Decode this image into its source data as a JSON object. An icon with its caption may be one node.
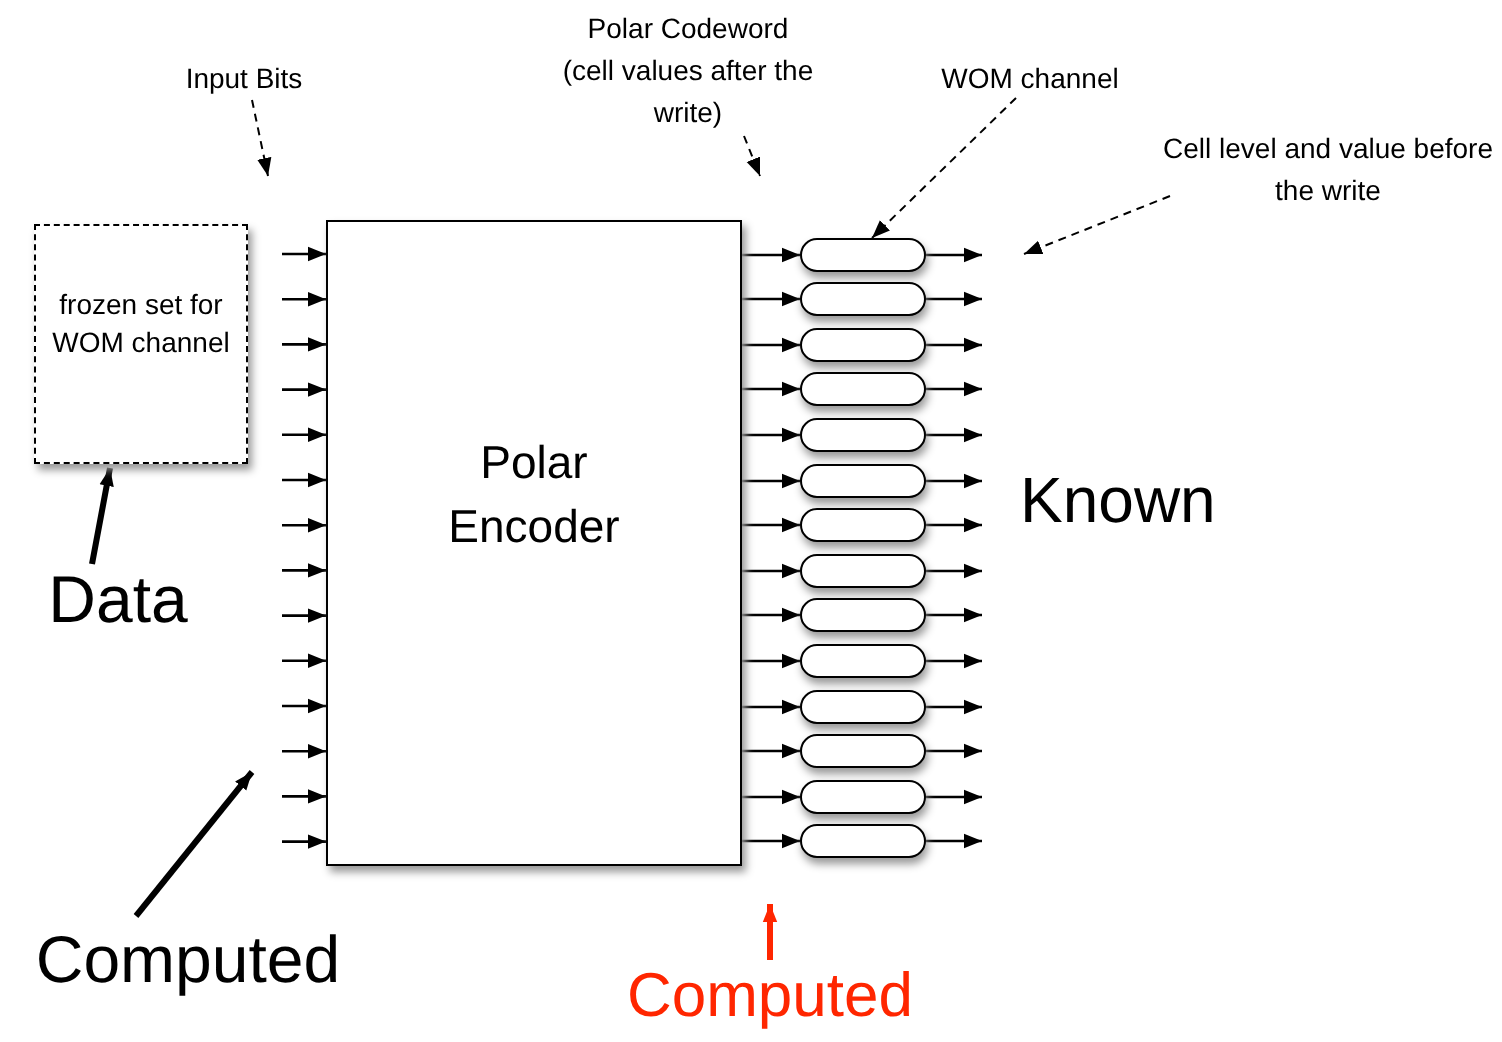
{
  "diagram": {
    "nodes": [
      {
        "text": [
          "Input Bits"
        ]
      },
      {
        "text": [
          "Polar Codeword (cell values after the write)"
        ]
      },
      {
        "text": [
          "WOM channel"
        ]
      },
      {
        "text": [
          "Cell level and value before the write"
        ]
      },
      {
        "text": [
          "frozen set for WOM channel"
        ]
      },
      {
        "text": [
          "Polar Encoder"
        ]
      },
      {
        "text": [],
        "shape": "box"
      },
      {
        "text": [],
        "shape": "box"
      },
      {
        "text": [],
        "shape": "box"
      },
      {
        "text": [],
        "shape": "box"
      },
      {
        "text": [],
        "shape": "box"
      },
      {
        "text": [],
        "shape": "box"
      },
      {
        "text": [],
        "shape": "box"
      },
      {
        "text": [],
        "shape": "box"
      },
      {
        "text": [],
        "shape": "box"
      },
      {
        "text": [],
        "shape": "box"
      },
      {
        "text": [],
        "shape": "box"
      },
      {
        "text": [],
        "shape": "box"
      },
      {
        "text": [],
        "shape": "box"
      },
      {
        "text": [],
        "shape": "box"
      },
      {
        "text": [
          "Data"
        ]
      },
      {
        "text": [
          "Computed"
        ]
      },
      {
        "text": [
          "Computed"
        ]
      }
    ],
    "edges": [
      {
        "from": null,
        "to": 5,
        "arrow": "to"
      },
      {
        "from": null,
        "to": 5,
        "arrow": "to"
      },
      {
        "from": null,
        "to": 5,
        "arrow": "to"
      },
      {
        "from": null,
        "to": 5,
        "arrow": "to"
      },
      {
        "from": null,
        "to": 5,
        "arrow": "to"
      },
      {
        "from": null,
        "to": 5,
        "arrow": "to"
      },
      {
        "from": null,
        "to": 5,
        "arrow": "to"
      },
      {
        "from": null,
        "to": 5,
        "arrow": "to"
      },
      {
        "from": null,
        "to": 5,
        "arrow": "to"
      },
      {
        "from": null,
        "to": 5,
        "arrow": "to"
      },
      {
        "from": null,
        "to": 5,
        "arrow": "to"
      },
      {
        "from": null,
        "to": 5,
        "arrow": "to"
      },
      {
        "from": null,
        "to": 5,
        "arrow": "to"
      },
      {
        "from": null,
        "to": 5,
        "arrow": "to"
      },
      {
        "from": 5,
        "to": 6,
        "arrow": "to"
      },
      {
        "from": 5,
        "to": 7,
        "arrow": "to"
      },
      {
        "from": 5,
        "to": 8,
        "arrow": "to"
      },
      {
        "from": 5,
        "to": 9,
        "arrow": "to"
      },
      {
        "from": 5,
        "to": 10,
        "arrow": "to"
      },
      {
        "from": 5,
        "to": 11,
        "arrow": "to"
      },
      {
        "from": 5,
        "to": 12,
        "arrow": "to"
      },
      {
        "from": 5,
        "to": 13,
        "arrow": "to"
      },
      {
        "from": 5,
        "to": 14,
        "arrow": "to"
      },
      {
        "from": 5,
        "to": 15,
        "arrow": "to"
      },
      {
        "from": 5,
        "to": 16,
        "arrow": "to"
      },
      {
        "from": 5,
        "to": 17,
        "arrow": "to"
      },
      {
        "from": 5,
        "to": 18,
        "arrow": "to"
      },
      {
        "from": 5,
        "to": 19,
        "arrow": "to"
      },
      {
        "from": 6,
        "to": null,
        "arrow": "to"
      },
      {
        "from": 7,
        "to": null,
        "arrow": "to"
      },
      {
        "from": 8,
        "to": null,
        "arrow": "to"
      },
      {
        "from": 9,
        "to": null,
        "arrow": "to"
      },
      {
        "from": 10,
        "to": null,
        "arrow": "to"
      },
      {
        "from": 11,
        "to": null,
        "arrow": "to"
      },
      {
        "from": 12,
        "to": null,
        "arrow": "to"
      },
      {
        "from": 13,
        "to": null,
        "arrow": "to"
      },
      {
        "from": 14,
        "to": null,
        "arrow": "to"
      },
      {
        "from": 15,
        "to": null,
        "arrow": "to"
      },
      {
        "from": 16,
        "to": null,
        "arrow": "to"
      },
      {
        "from": 17,
        "to": null,
        "arrow": "to"
      },
      {
        "from": 18,
        "to": null,
        "arrow": "to"
      },
      {
        "from": 19,
        "to": null,
        "arrow": "to"
      },
      {
        "from": 0,
        "to": null,
        "arrow": "to",
        "style": "dashed"
      },
      {
        "from": 1,
        "to": null,
        "arrow": "to",
        "style": "dashed"
      },
      {
        "from": 2,
        "to": 6,
        "arrow": "to",
        "style": "dashed"
      },
      {
        "from": 3,
        "to": null,
        "arrow": "to",
        "style": "dashed"
      },
      {
        "from": 20,
        "to": 4,
        "arrow": "to",
        "style": "thick"
      },
      {
        "from": 21,
        "to": null,
        "arrow": "to",
        "style": "thick"
      },
      {
        "from": 22,
        "to": null,
        "arrow": "to",
        "style": "thick",
        "color": "#ff2600"
      }
    ],
    "labels": [
      "Known"
    ]
  }
}
